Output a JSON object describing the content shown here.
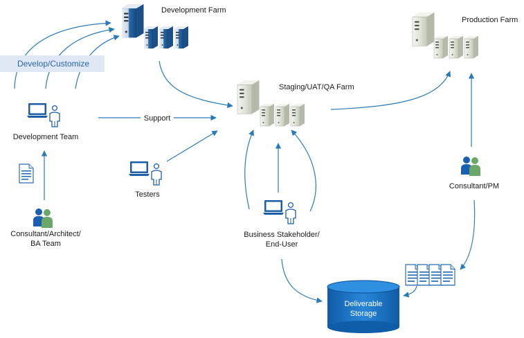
{
  "nodes": {
    "development_farm": "Development Farm",
    "production_farm": "Production Farm",
    "staging_farm": "Staging/UAT/QA Farm",
    "develop_customize": "Develop/Customize",
    "development_team": "Development Team",
    "support": "Support",
    "testers": "Testers",
    "consultant_architect_line1": "Consultant/Architect/",
    "consultant_architect_line2": "BA Team",
    "business_stakeholder_line1": "Business Stakeholder/",
    "business_stakeholder_line2": "End-User",
    "consultant_pm": "Consultant/PM",
    "deliverable_line1": "Deliverable",
    "deliverable_line2": "Storage"
  },
  "colors": {
    "arrow": "#2a7ab9",
    "server_dark": "#1f5f9e",
    "server_light": "#d9ddd2",
    "storage": "#1a73c4",
    "banner": "#dfe8f4"
  },
  "icons": [
    "server-farm-icon",
    "laptop-user-icon",
    "two-people-icon",
    "document-icon",
    "database-icon"
  ]
}
